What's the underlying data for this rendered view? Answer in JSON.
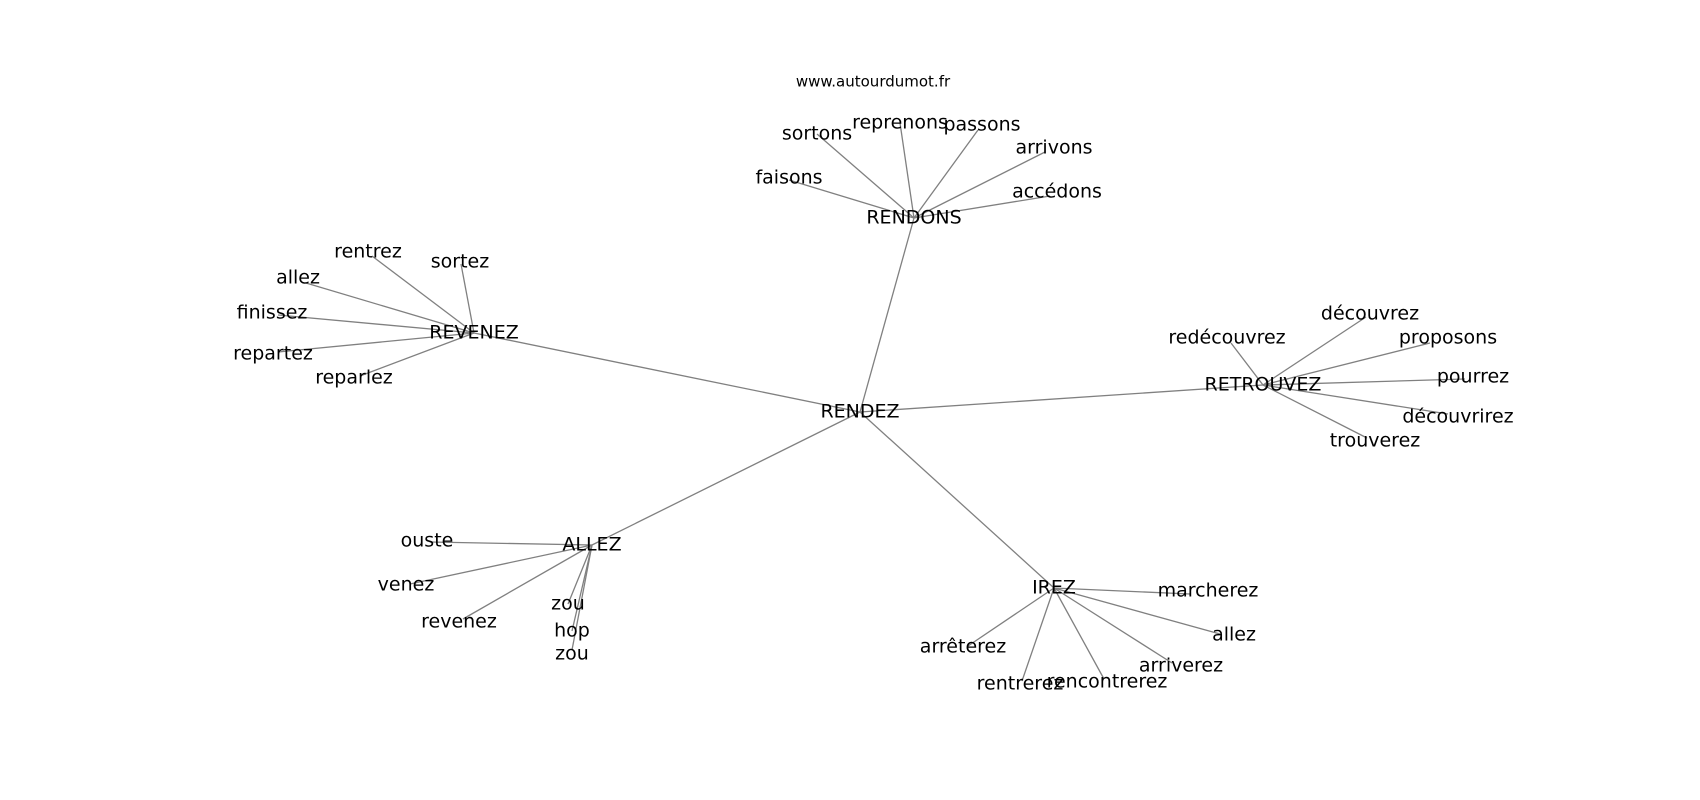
{
  "watermark": "www.autourdumot.fr",
  "center": "RENDEZ",
  "hubs": [
    {
      "word": "RENDONS",
      "neighbors": [
        "sortons",
        "reprenons",
        "passons",
        "arrivons",
        "faisons",
        "accédons"
      ]
    },
    {
      "word": "REVENEZ",
      "neighbors": [
        "rentrez",
        "sortez",
        "allez",
        "finissez",
        "repartez",
        "reparlez"
      ]
    },
    {
      "word": "RETROUVEZ",
      "neighbors": [
        "redécouvrez",
        "découvrez",
        "proposons",
        "pourrez",
        "découvrirez",
        "trouverez"
      ]
    },
    {
      "word": "ALLEZ",
      "neighbors": [
        "ouste",
        "venez",
        "revenez",
        "zou",
        "hop",
        "zou"
      ]
    },
    {
      "word": "IREZ",
      "neighbors": [
        "marcherez",
        "allez",
        "arrêterez",
        "arriverez",
        "rentrerez",
        "rencontrerez"
      ]
    }
  ]
}
